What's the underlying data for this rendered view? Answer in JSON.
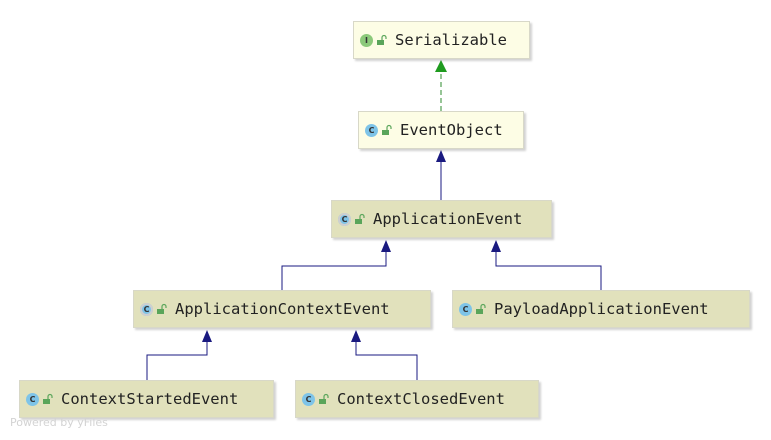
{
  "diagram": {
    "nodes": {
      "serializable": {
        "label": "Serializable",
        "kind": "I"
      },
      "event_object": {
        "label": "EventObject",
        "kind": "C"
      },
      "app_event": {
        "label": "ApplicationEvent",
        "kind": "C"
      },
      "app_ctx_event": {
        "label": "ApplicationContextEvent",
        "kind": "C"
      },
      "payload_event": {
        "label": "PayloadApplicationEvent",
        "kind": "C"
      },
      "ctx_started": {
        "label": "ContextStartedEvent",
        "kind": "C"
      },
      "ctx_closed": {
        "label": "ContextClosedEvent",
        "kind": "C"
      }
    },
    "edges": [
      {
        "from": "event_object",
        "to": "serializable",
        "type": "implements"
      },
      {
        "from": "app_event",
        "to": "event_object",
        "type": "extends"
      },
      {
        "from": "app_ctx_event",
        "to": "app_event",
        "type": "extends"
      },
      {
        "from": "payload_event",
        "to": "app_event",
        "type": "extends"
      },
      {
        "from": "ctx_started",
        "to": "app_ctx_event",
        "type": "extends"
      },
      {
        "from": "ctx_closed",
        "to": "app_ctx_event",
        "type": "extends"
      }
    ],
    "colors": {
      "extends_edge": "#1a1a80",
      "implements_edge": "#2e8b2e",
      "interface_badge": "#8cc97a",
      "class_badge": "#7ec4e8",
      "concrete_fill": "#fdfde5",
      "abstract_fill": "#e1e1bc"
    }
  },
  "footer": {
    "text": "Powered by yFiles"
  }
}
